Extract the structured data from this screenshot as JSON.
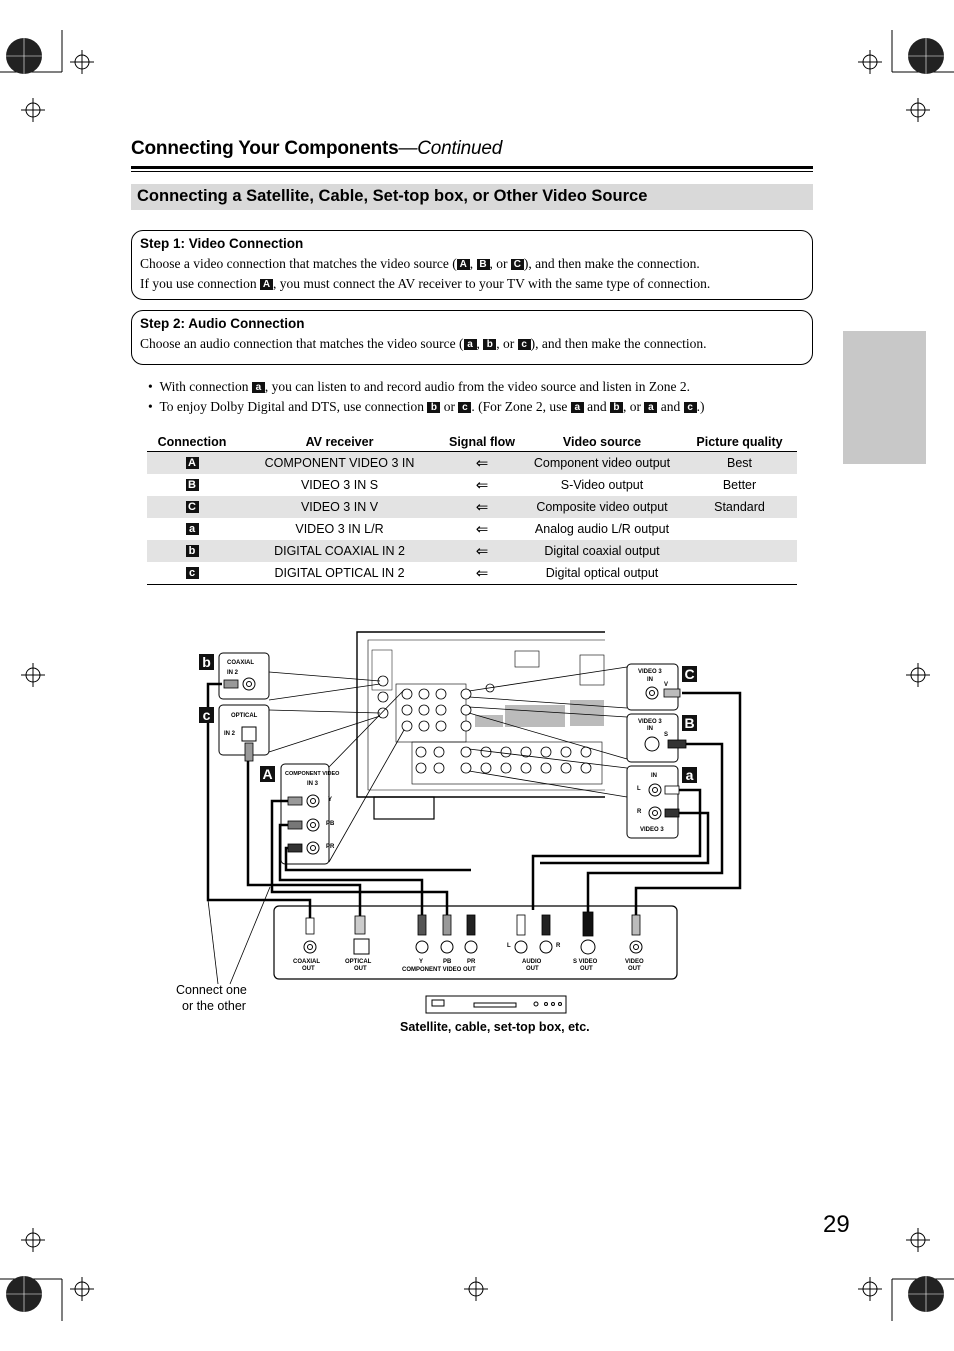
{
  "header": {
    "title": "Connecting Your Components",
    "continued": "—Continued"
  },
  "section_title": "Connecting a Satellite, Cable, Set-top box, or Other Video Source",
  "step1": {
    "heading": "Step 1: Video Connection",
    "line1_a": "Choose a video connection that matches the video source (",
    "line1_b": "), and then make the connection.",
    "line2_a": "If you use connection ",
    "line2_b": ", you must connect the AV receiver to your TV with the same type of connection."
  },
  "step2": {
    "heading": "Step 2: Audio Connection",
    "line1_a": "Choose an audio connection that matches the video source (",
    "line1_b": "), and then make the connection."
  },
  "bullets": {
    "b1_a": "With connection ",
    "b1_b": ", you can listen to and record audio from the video source and listen in Zone 2.",
    "b2_a": "To enjoy Dolby Digital and DTS, use connection ",
    "b2_or": " or ",
    "b2_b": ". (For Zone 2, use ",
    "b2_and": " and ",
    "b2_comma_or": ", or ",
    "b2_end": ".)"
  },
  "sep": {
    "comma": ", ",
    "or": ", or "
  },
  "keys": {
    "A": "A",
    "B": "B",
    "C": "C",
    "a": "a",
    "b": "b",
    "c": "c"
  },
  "table": {
    "headers": [
      "Connection",
      "AV receiver",
      "Signal flow",
      "Video source",
      "Picture quality"
    ],
    "rows": [
      {
        "conn": "A",
        "receiver": "COMPONENT VIDEO 3 IN",
        "flow": "⇐",
        "source": "Component video output",
        "quality": "Best"
      },
      {
        "conn": "B",
        "receiver": "VIDEO 3 IN S",
        "flow": "⇐",
        "source": "S-Video output",
        "quality": "Better"
      },
      {
        "conn": "C",
        "receiver": "VIDEO 3 IN V",
        "flow": "⇐",
        "source": "Composite video output",
        "quality": "Standard"
      },
      {
        "conn": "a",
        "receiver": "VIDEO 3 IN L/R",
        "flow": "⇐",
        "source": "Analog audio L/R output",
        "quality": ""
      },
      {
        "conn": "b",
        "receiver": "DIGITAL COAXIAL IN 2",
        "flow": "⇐",
        "source": "Digital coaxial output",
        "quality": ""
      },
      {
        "conn": "c",
        "receiver": "DIGITAL OPTICAL IN 2",
        "flow": "⇐",
        "source": "Digital optical output",
        "quality": ""
      }
    ]
  },
  "diagram": {
    "coaxial": "COAXIAL",
    "in2": "IN 2",
    "optical": "OPTICAL",
    "in2b": "IN 2",
    "component_video": "COMPONENT VIDEO",
    "in3": "IN 3",
    "y": "Y",
    "pb": "PB",
    "pr": "PR",
    "video3_in": "VIDEO 3",
    "in_v": "IN",
    "v": "V",
    "video3_in_s": "VIDEO 3",
    "in_s": "IN",
    "s": "S",
    "in_audio": "IN",
    "l": "L",
    "r": "R",
    "video3_audio": "VIDEO 3",
    "out_coaxial": "COAXIAL",
    "out_coaxial2": "OUT",
    "out_optical": "OPTICAL",
    "out_optical2": "OUT",
    "out_y": "Y",
    "out_pb": "PB",
    "out_pr": "PR",
    "out_component": "COMPONENT VIDEO OUT",
    "out_l": "L",
    "out_r": "R",
    "out_audio": "AUDIO",
    "out_audio2": "OUT",
    "out_svideo": "S VIDEO",
    "out_svideo2": "OUT",
    "out_video": "VIDEO",
    "out_video2": "OUT",
    "connect_one_1": "Connect one",
    "connect_one_2": "or the other",
    "device_caption": "Satellite, cable, set-top box, etc."
  },
  "page_number": "29"
}
